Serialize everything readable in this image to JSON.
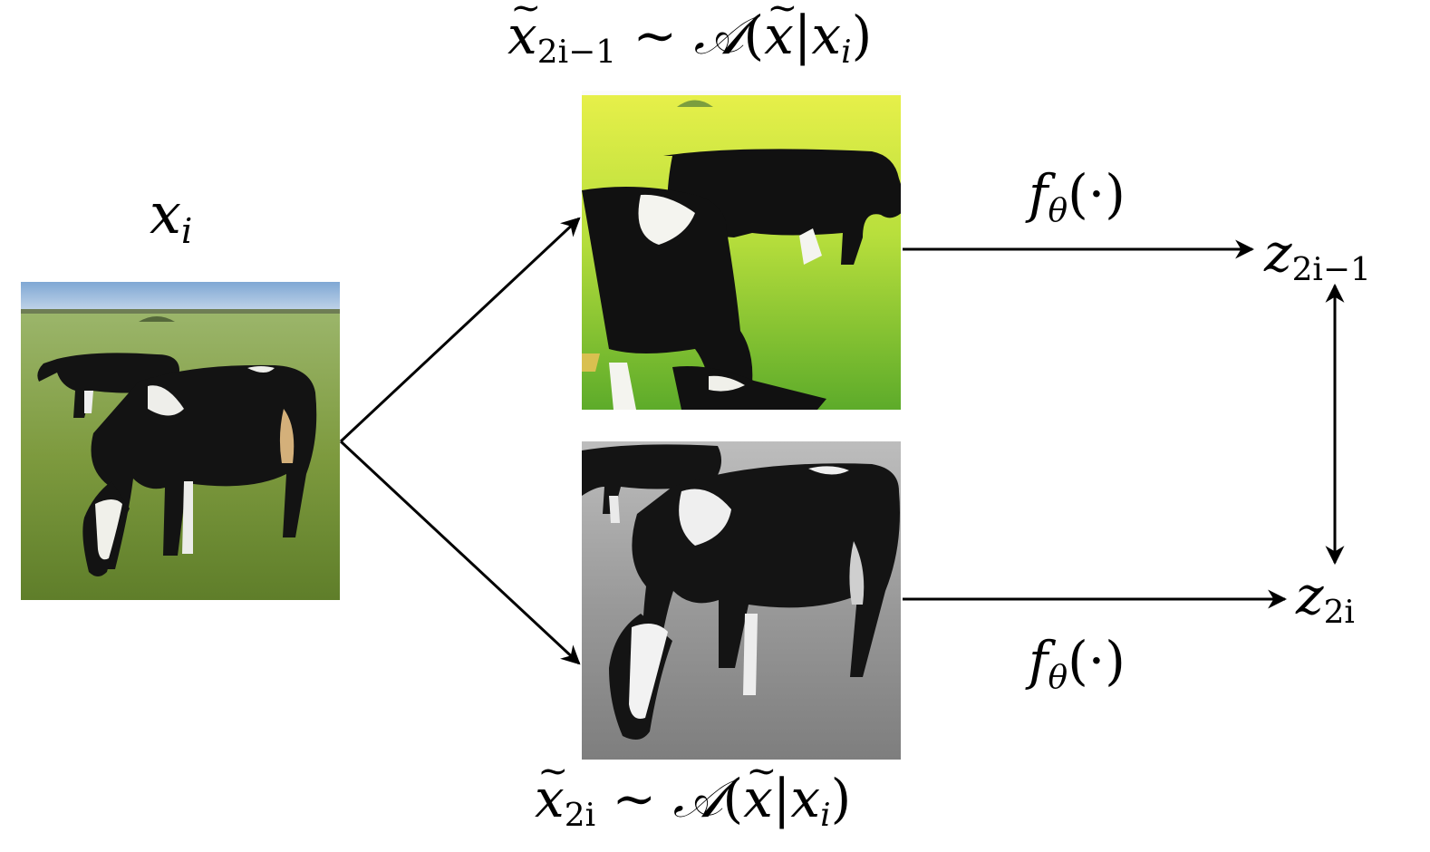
{
  "labels": {
    "original": {
      "base": "x",
      "sub": "i"
    },
    "aug_top": {
      "base": "x",
      "sub": "2i−1",
      "dist": "∼",
      "op": "𝒜",
      "open": "(",
      "arg": "x",
      "bar": "|",
      "cond": "x",
      "cond_sub": "i",
      "close": ")"
    },
    "aug_bot": {
      "base": "x",
      "sub": "2i",
      "dist": "∼",
      "op": "𝒜",
      "open": "(",
      "arg": "x",
      "bar": "|",
      "cond": "x",
      "cond_sub": "i",
      "close": ")"
    },
    "encoder_top": {
      "fn": "f",
      "sub": "θ",
      "args": "(·)"
    },
    "encoder_bot": {
      "fn": "f",
      "sub": "θ",
      "args": "(·)"
    },
    "z_top": {
      "base": "z",
      "sub": "2i−1"
    },
    "z_bot": {
      "base": "z",
      "sub": "2i"
    }
  },
  "images": {
    "original": "cows grazing in a field (original photo)",
    "aug_top": "cropped, brightened view of grazing cows",
    "aug_bot": "grayscale view of grazing cows"
  },
  "colors": {
    "arrow": "#000000",
    "grass": "#7a9a3c",
    "grass_bright": "#c8e23a",
    "sky": "#8fb4d9",
    "cow_black": "#111111",
    "cow_white": "#f2f2ee"
  }
}
